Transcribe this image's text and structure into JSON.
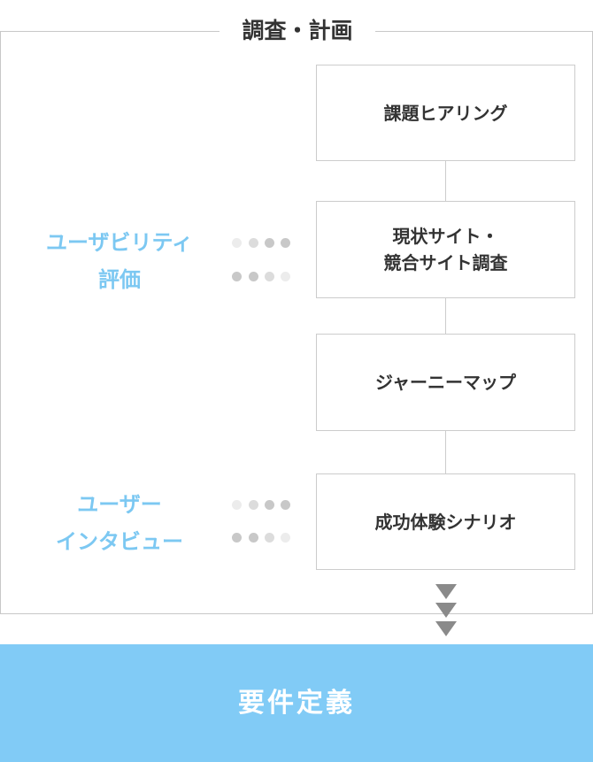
{
  "title": "調査・計画",
  "steps": [
    "課題ヒアリング",
    "現状サイト・\n競合サイト調査",
    "ジャーニーマップ",
    "成功体験シナリオ"
  ],
  "methods": [
    "ユーザビリティ\n評価",
    "ユーザー\nインタビュー"
  ],
  "result": "要件定義",
  "colors": {
    "accent": "#81cbf6",
    "label": "#7cc8f2",
    "arrow": "#8a8a8a"
  }
}
